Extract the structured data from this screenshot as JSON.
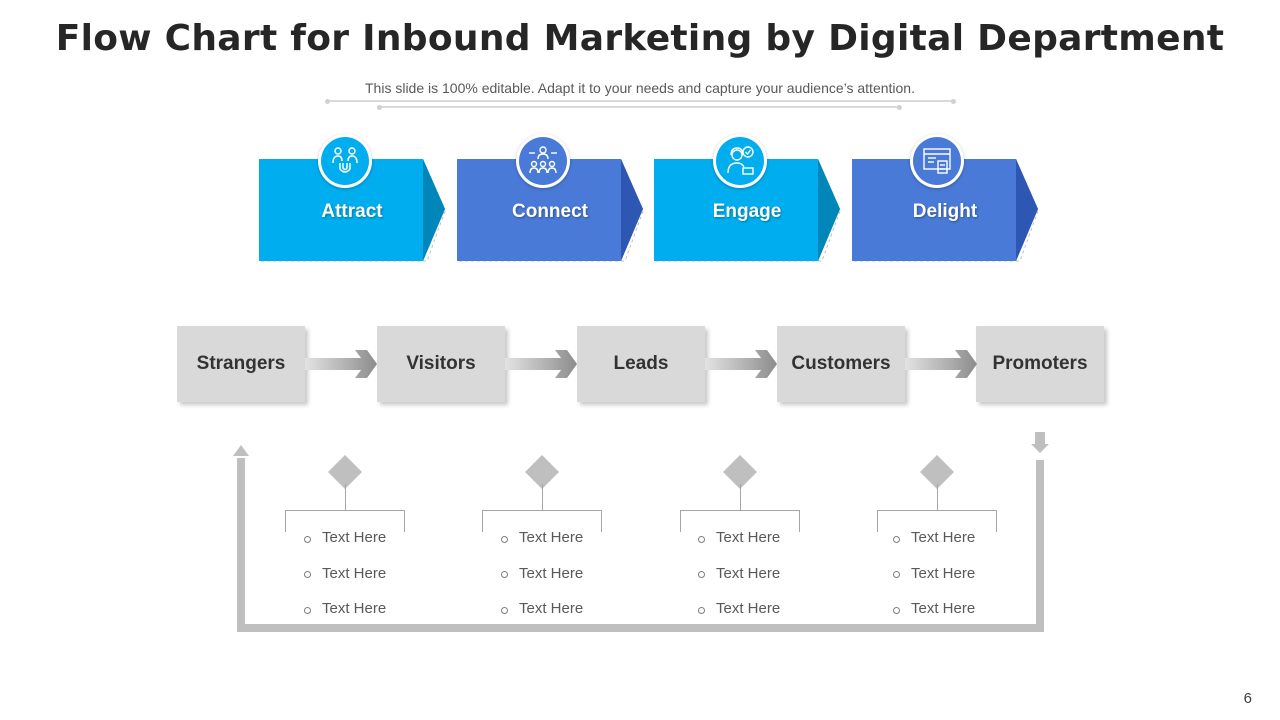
{
  "slide": {
    "title": "Flow Chart for Inbound Marketing by Digital Department",
    "subtitle": "This slide is 100% editable. Adapt it to your needs and capture your audience’s attention.",
    "page_number": "6"
  },
  "colors": {
    "light_blue": "#00aeef",
    "light_blue_dark": "#0086b8",
    "royal_blue": "#4a7ad7",
    "royal_blue_dark": "#2e57b4",
    "box_gray": "#d9d9d9",
    "loop_gray": "#bfbfbf"
  },
  "stages": [
    {
      "label": "Attract",
      "icon": "magnet-people-icon",
      "color": "light_blue"
    },
    {
      "label": "Connect",
      "icon": "network-people-icon",
      "color": "royal_blue"
    },
    {
      "label": "Engage",
      "icon": "support-agent-icon",
      "color": "light_blue"
    },
    {
      "label": "Delight",
      "icon": "browser-window-icon",
      "color": "royal_blue"
    }
  ],
  "steps": [
    "Strangers",
    "Visitors",
    "Leads",
    "Customers",
    "Promoters"
  ],
  "detail_groups": [
    {
      "items": [
        "Text Here",
        "Text Here",
        "Text Here"
      ]
    },
    {
      "items": [
        "Text Here",
        "Text Here",
        "Text Here"
      ]
    },
    {
      "items": [
        "Text Here",
        "Text Here",
        "Text Here"
      ]
    },
    {
      "items": [
        "Text Here",
        "Text Here",
        "Text Here"
      ]
    }
  ]
}
